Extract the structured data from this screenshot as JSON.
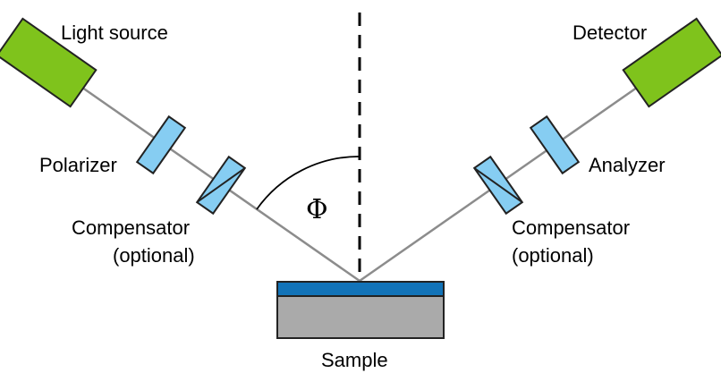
{
  "labels": {
    "light_source": "Light source",
    "detector": "Detector",
    "polarizer": "Polarizer",
    "analyzer": "Analyzer",
    "compensator_left_1": "Compensator",
    "compensator_left_2": "(optional)",
    "compensator_right_1": "Compensator",
    "compensator_right_2": "(optional)",
    "angle_symbol": "Φ",
    "sample": "Sample"
  },
  "colors": {
    "source_green": "#7fc31c",
    "optic_blue": "#86cdf2",
    "film_blue": "#1273b8",
    "substrate_gray": "#aaaaaa",
    "beam_gray": "#8c8c8c"
  }
}
